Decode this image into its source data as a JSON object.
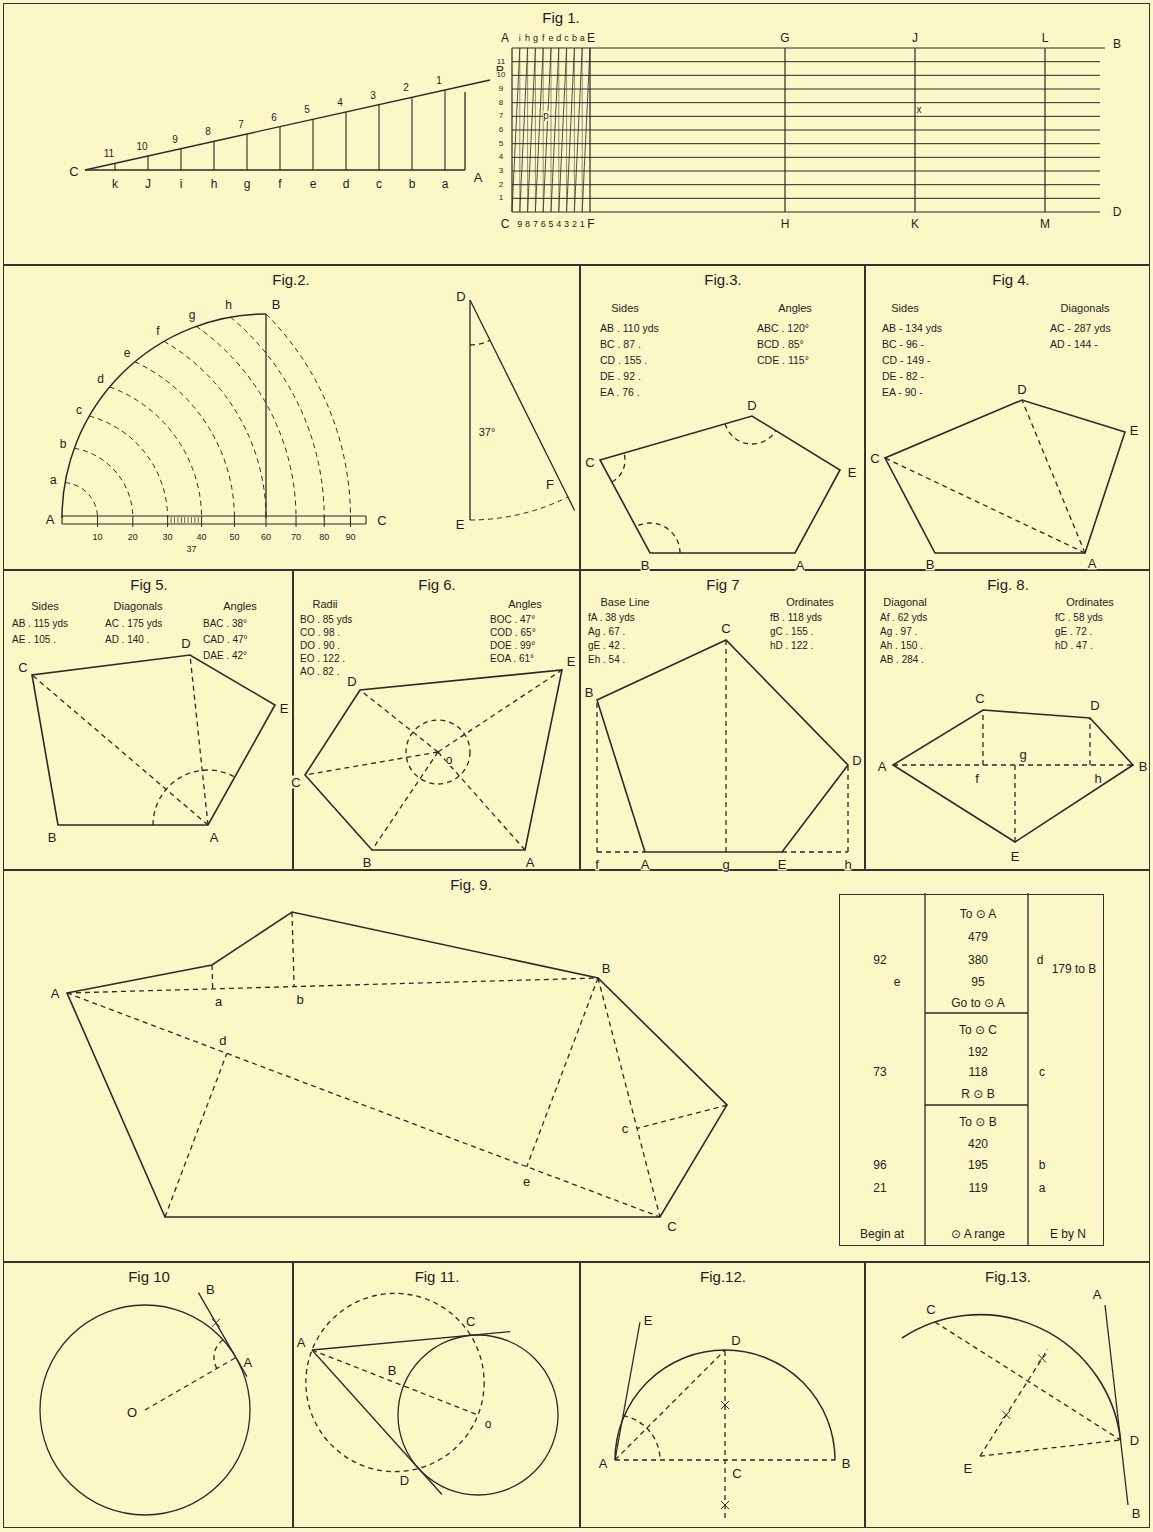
{
  "diagram": {
    "nodes": [
      {
        "text": [
          "Fig 1."
        ]
      },
      {
        "text": [
          "Fig.2."
        ]
      },
      {
        "text": [
          "Fig.3."
        ]
      },
      {
        "text": [
          "Fig 4."
        ]
      },
      {
        "text": [
          "Fig 5."
        ]
      },
      {
        "text": [
          "Fig 6."
        ]
      },
      {
        "text": [
          "Fig 7"
        ]
      },
      {
        "text": [
          "Fig. 8."
        ]
      },
      {
        "text": [
          "Fig. 9."
        ]
      },
      {
        "text": [
          "To ⊙ A",
          "479",
          "92",
          "380",
          "d",
          "179 to B",
          "e",
          "95",
          "Go to ⊙ A",
          "To ⊙ C",
          "192",
          "73",
          "118",
          "c",
          "R ⊙ B",
          "To ⊙ B",
          "420",
          "96",
          "195",
          "b",
          "21",
          "119",
          "a",
          "Begin at",
          "⊙ A range",
          "E by N"
        ],
        "in": 8
      },
      {
        "text": [
          "Fig 10"
        ]
      },
      {
        "text": [
          "Fig 11."
        ]
      },
      {
        "text": [
          "Fig.12."
        ]
      },
      {
        "text": [
          "Fig.13."
        ]
      }
    ],
    "labels": [
      "C",
      "A",
      "B",
      "11",
      "10",
      "9",
      "8",
      "7",
      "6",
      "5",
      "4",
      "3",
      "2",
      "1",
      "k",
      "J",
      "i",
      "h",
      "g",
      "f",
      "e",
      "d",
      "c",
      "b",
      "a",
      "A",
      "i",
      "h",
      "g",
      "f",
      "e",
      "d",
      "c",
      "b",
      "a",
      "E",
      "G",
      "J",
      "L",
      "B",
      "11",
      "10",
      "9",
      "8",
      "7",
      "6",
      "5",
      "4",
      "3",
      "2",
      "1",
      "C",
      "9",
      "8",
      "7",
      "6",
      "5",
      "4",
      "3",
      "2",
      "1",
      "F",
      "H",
      "K",
      "M",
      "D",
      "p",
      "x",
      "A",
      "B",
      "C",
      "a",
      "b",
      "c",
      "d",
      "e",
      "f",
      "g",
      "h",
      "10",
      "20",
      "30",
      "37",
      "40",
      "50",
      "60",
      "70",
      "80",
      "90",
      "D",
      "E",
      "F",
      "37°",
      "Sides",
      "AB . 110 yds",
      "BC . 87 .",
      "CD . 155 .",
      "DE . 92 .",
      "EA . 76 .",
      "Angles",
      "ABC . 120°",
      "BCD . 85°",
      "CDE . 115°",
      "C",
      "D",
      "E",
      "A",
      "B",
      "Sides",
      "AB - 134 yds",
      "BC - 96 -",
      "CD - 149 -",
      "DE - 82 -",
      "EA - 90 -",
      "Diagonals",
      "AC - 287 yds",
      "AD - 144 -",
      "C",
      "D",
      "E",
      "A",
      "B",
      "Sides",
      "AB . 115 yds",
      "AE . 105 .",
      "Diagonals",
      "AC . 175 yds",
      "AD . 140 .",
      "Angles",
      "BAC . 38°",
      "CAD . 47°",
      "DAE . 42°",
      "C",
      "D",
      "E",
      "A",
      "B",
      "Radii",
      "BO . 85 yds",
      "CO . 98 .",
      "DO . 90 .",
      "EO . 122 .",
      "AO . 82 .",
      "Angles",
      "BOC . 47°",
      "COD . 65°",
      "DOE . 99°",
      "EOA . 61°",
      "D",
      "E",
      "A",
      "B",
      "C",
      "o",
      "Base Line",
      "fA . 38 yds",
      "Ag . 67 .",
      "gE . 42 .",
      "Eh . 54 .",
      "Ordinates",
      "fB . 118 yds",
      "gC . 155 .",
      "hD . 122 .",
      "B",
      "C",
      "D",
      "f",
      "A",
      "g",
      "E",
      "h",
      "Diagonal",
      "Af . 62 yds",
      "Ag . 97 .",
      "Ah . 150 .",
      "AB . 284 .",
      "Ordinates",
      "fC . 58 yds",
      "gE . 72 .",
      "hD . 47 .",
      "A",
      "C",
      "D",
      "B",
      "E",
      "f",
      "g",
      "h",
      "A",
      "B",
      "C",
      "a",
      "b",
      "c",
      "d",
      "e",
      "O",
      "A",
      "B",
      "A",
      "C",
      "B",
      "o",
      "D",
      "A",
      "B",
      "C",
      "D",
      "E",
      "A",
      "B",
      "C",
      "D",
      "E"
    ]
  }
}
